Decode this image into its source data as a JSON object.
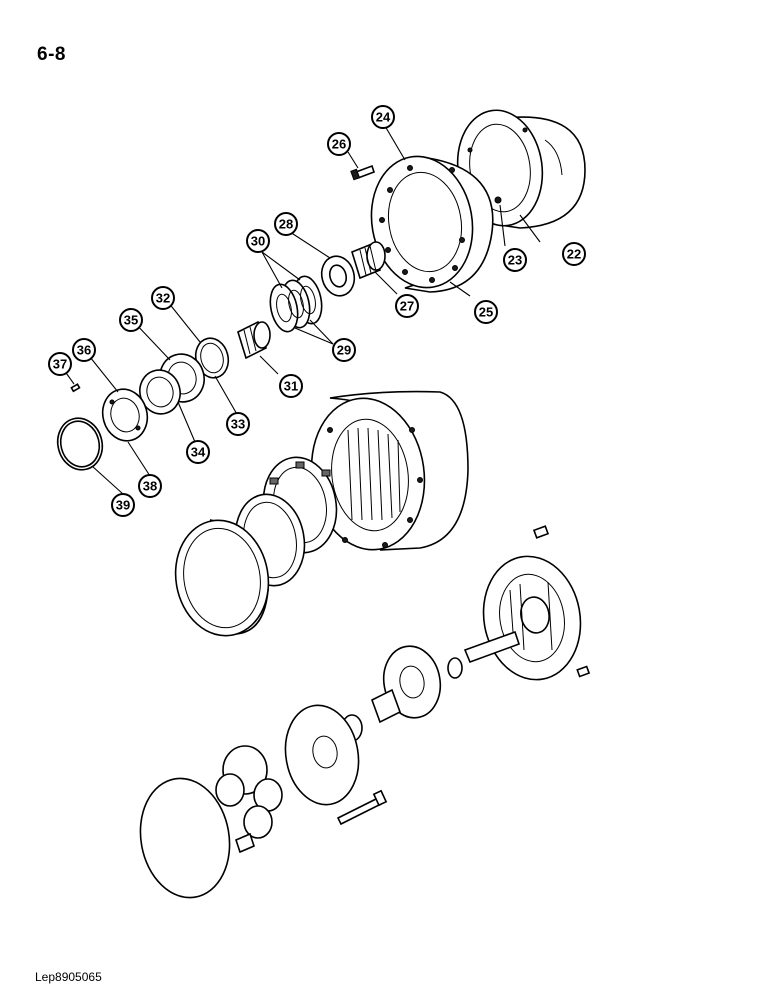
{
  "page_number": "6-8",
  "doc_code": "Lep8905065",
  "callouts": [
    "22",
    "23",
    "24",
    "25",
    "26",
    "27",
    "28",
    "29",
    "30",
    "31",
    "32",
    "33",
    "34",
    "35",
    "36",
    "37",
    "38",
    "39"
  ]
}
